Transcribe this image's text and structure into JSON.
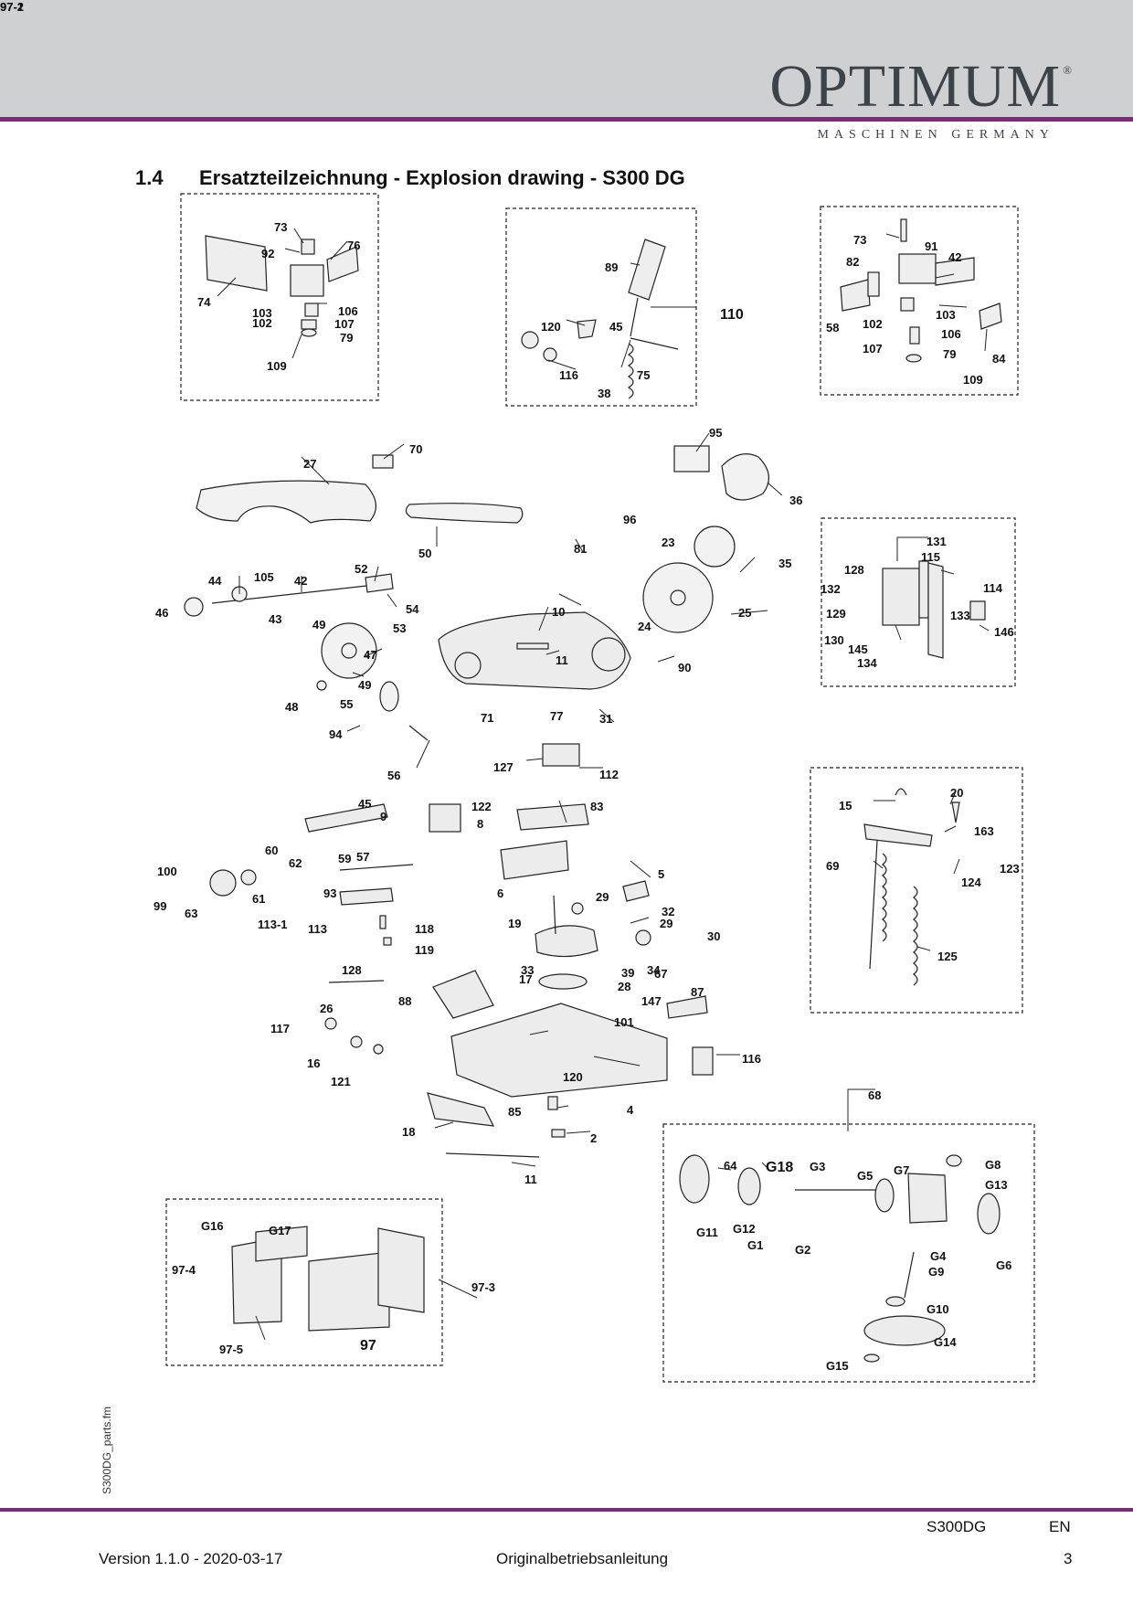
{
  "header": {
    "logo_text": "OPTIMUM",
    "logo_mark": "®",
    "tagline": "MASCHINEN GERMANY",
    "brand_color": "#7c2a7a",
    "band_color": "#cfd0d2"
  },
  "section": {
    "number": "1.4",
    "title": "Ersatzteilzeichnung - Explosion drawing - S300 DG"
  },
  "labels": [
    "73",
    "92",
    "76",
    "74",
    "103",
    "102",
    "106",
    "107",
    "79",
    "109",
    "89",
    "110",
    "120",
    "45",
    "116",
    "75",
    "38",
    "73",
    "91",
    "42",
    "82",
    "102",
    "103",
    "58",
    "106",
    "107",
    "79",
    "84",
    "109",
    "27",
    "70",
    "95",
    "36",
    "50",
    "96",
    "81",
    "23",
    "35",
    "24",
    "25",
    "52",
    "42",
    "105",
    "44",
    "46",
    "43",
    "54",
    "49",
    "53",
    "47",
    "49",
    "48",
    "55",
    "94",
    "56",
    "10",
    "11",
    "90",
    "71",
    "77",
    "31",
    "131",
    "115",
    "128",
    "132",
    "114",
    "129",
    "133",
    "146",
    "130",
    "145",
    "134",
    "127",
    "112",
    "122",
    "83",
    "8",
    "45",
    "9",
    "60",
    "100",
    "62",
    "59",
    "57",
    "61",
    "93",
    "99",
    "63",
    "113-1",
    "113",
    "118",
    "119",
    "6",
    "5",
    "29",
    "32",
    "29",
    "19",
    "30",
    "33",
    "39",
    "67",
    "34",
    "28",
    "87",
    "147",
    "17",
    "101",
    "128",
    "26",
    "88",
    "117",
    "16",
    "121",
    "120",
    "116",
    "85",
    "4",
    "18",
    "2",
    "11",
    "15",
    "20",
    "163",
    "69",
    "124",
    "123",
    "125",
    "68",
    "64",
    "G18",
    "G3",
    "G5",
    "G7",
    "G8",
    "G13",
    "G11",
    "G12",
    "G1",
    "G2",
    "G4",
    "G6",
    "G9",
    "G10",
    "G14",
    "G15",
    "G16",
    "G17",
    "97-4",
    "97-3",
    "97-5",
    "97",
    "97-1",
    "97-2"
  ],
  "side_label": "S300DG_parts.fm",
  "footer": {
    "model": "S300DG",
    "lang": "EN",
    "version": "Version 1.1.0 - 2020-03-17",
    "doc_type": "Originalbetriebsanleitung",
    "page": "3"
  }
}
